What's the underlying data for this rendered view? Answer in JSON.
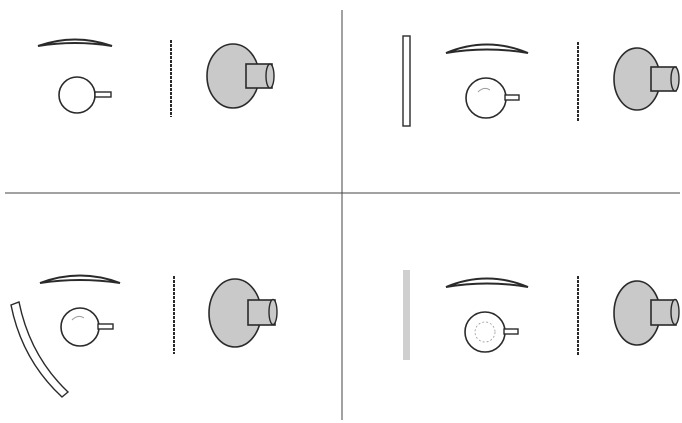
{
  "figure": {
    "description_panels": [
      {
        "id": "top-left",
        "extra_element": "none"
      },
      {
        "id": "top-right",
        "extra_element": "flat-screen"
      },
      {
        "id": "bottom-left",
        "extra_element": "curved-screen"
      },
      {
        "id": "bottom-right",
        "extra_element": "faint-screen"
      }
    ],
    "colors": {
      "ink": "#2a2a2a",
      "shape_fill": "#c9c9c9",
      "faint_screen": "#cfcfcf",
      "background": "#ffffff"
    }
  }
}
